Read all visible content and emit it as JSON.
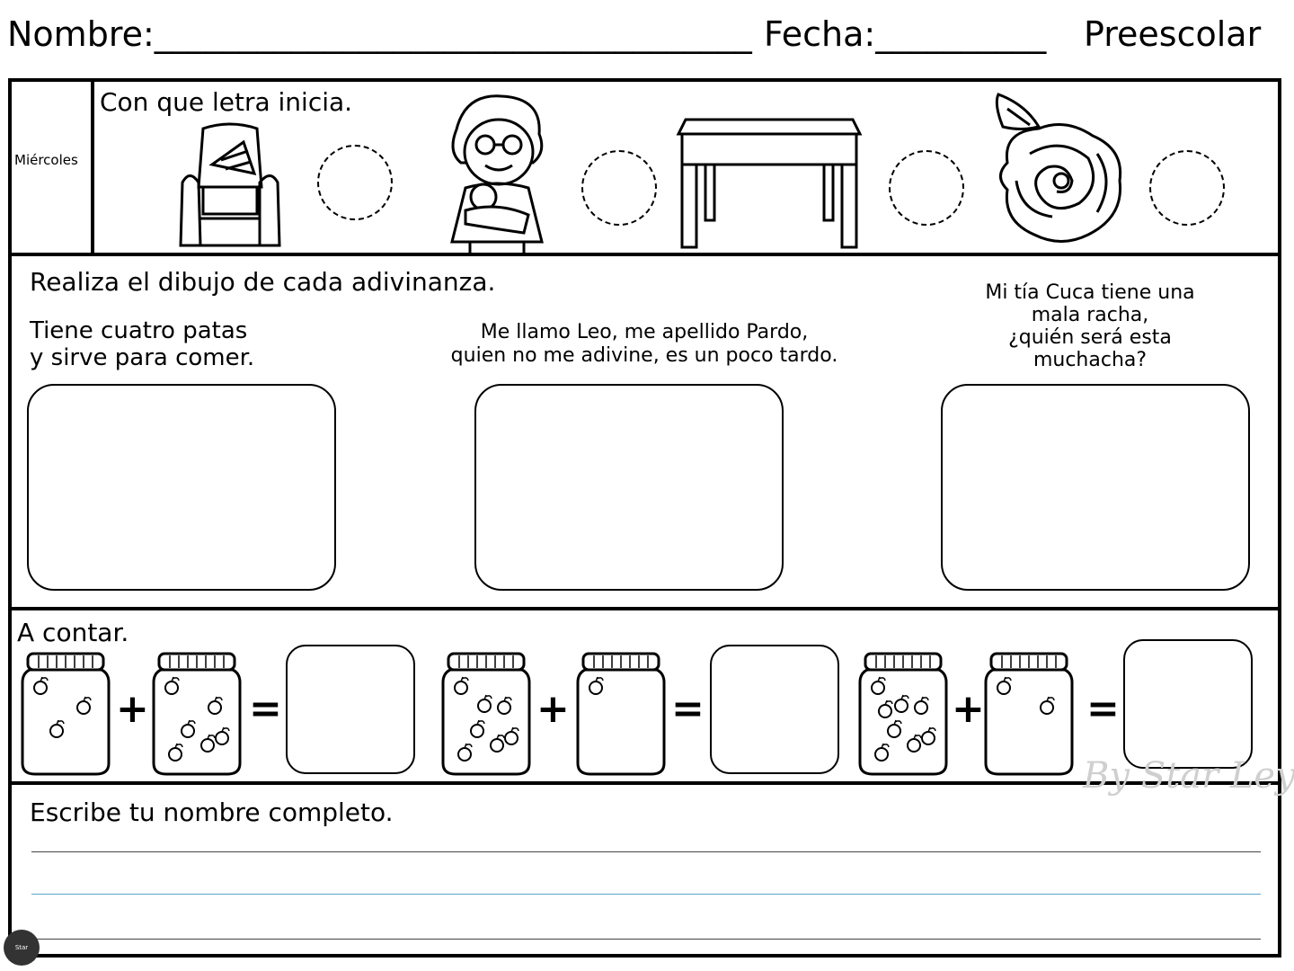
{
  "header": {
    "name_label": "Nombre:___________________________________",
    "date_label": "Fecha:__________",
    "level": "Preescolar"
  },
  "day": "Miércoles",
  "section1": {
    "title": "Con que letra inicia.",
    "items": [
      {
        "icon": "armchair-icon"
      },
      {
        "icon": "grandma-with-baby-icon"
      },
      {
        "icon": "table-icon"
      },
      {
        "icon": "rose-icon"
      }
    ]
  },
  "section2": {
    "title": "Realiza el dibujo de cada adivinanza.",
    "riddles": [
      {
        "line1": "Tiene cuatro patas",
        "line2": "y sirve para comer."
      },
      {
        "line1": "Me llamo Leo, me apellido Pardo,",
        "line2": "quien no me adivine, es un poco tardo."
      },
      {
        "line1": "Mi tía Cuca tiene una",
        "line2": "mala racha,",
        "line3": "¿quién será esta",
        "line4": "muchacha?"
      }
    ]
  },
  "section3": {
    "title": "A contar.",
    "plus": "+",
    "equals": "=",
    "problems": [
      {
        "a": 3,
        "b": 6
      },
      {
        "a": 7,
        "b": 1
      },
      {
        "a": 8,
        "b": 2
      }
    ]
  },
  "section4": {
    "title": "Escribe tu nombre completo."
  },
  "watermark": "By Star Leyva",
  "logo_text": "Star"
}
